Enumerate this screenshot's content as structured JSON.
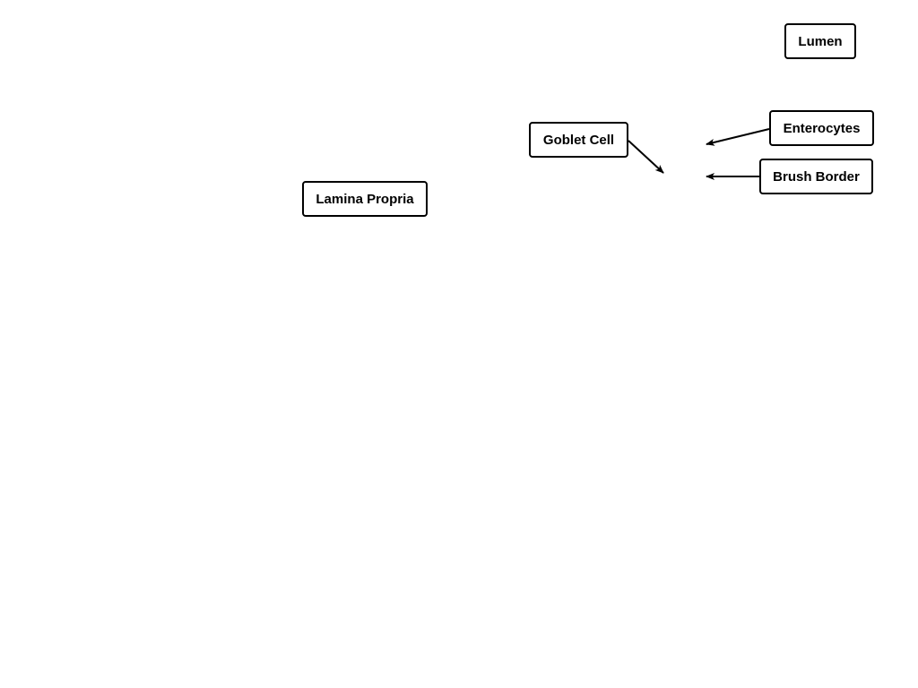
{
  "labels": {
    "lumen": "Lumen",
    "enterocytes": "Enterocytes",
    "goblet_cell": "Goblet Cell",
    "brush_border": "Brush Border",
    "lamina_propria": "Lamina Propria"
  },
  "colors": {
    "stroke": "#000000",
    "background": "#ffffff"
  }
}
